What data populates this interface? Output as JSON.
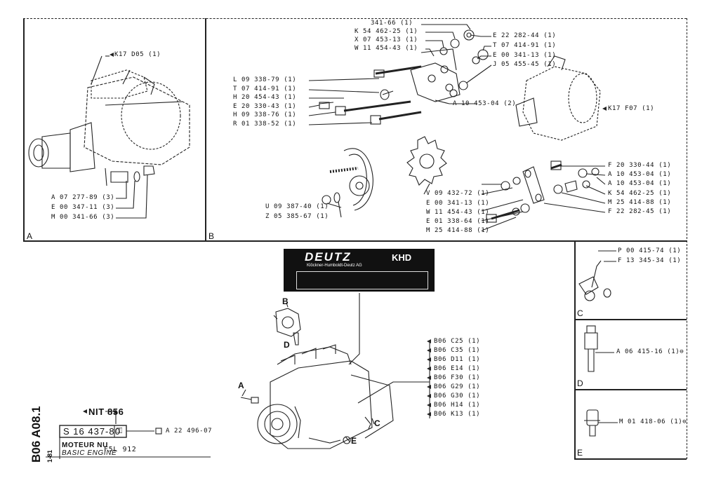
{
  "panels": {
    "A": "A",
    "B": "B",
    "C": "C",
    "D": "D",
    "E": "E"
  },
  "panel_a": {
    "labels": [
      "K17 D05 (1)",
      "A 07 277-89 (3)",
      "E 00 347-11 (3)",
      "M 00 341-66 (3)"
    ]
  },
  "panel_b": {
    "labels_top": [
      "341-66 (1)",
      "K 54 462-25 (1)",
      "X 07 453-13 (1)",
      "W 11 454-43 (1)"
    ],
    "labels_top_right": [
      "E 22 282-44 (1)",
      "T 07 414-91 (1)",
      "E 00 341-13 (1)",
      "J 05 455-45 (1)"
    ],
    "labels_left": [
      "L 09 338-79 (1)",
      "T 07 414-91 (1)",
      "H 20 454-43 (1)",
      "E 20 330-43 (1)",
      "H 09 338-76 (1)",
      "R 01 338-52 (1)"
    ],
    "label_bracket": "A 10 453-04 (2)",
    "label_alternator": "K17 F07 (1)",
    "labels_right": [
      "F 20 330-44 (1)",
      "A 10 453-04 (1)",
      "A 10 453-04 (1)",
      "K 54 462-25 (1)",
      "M 25 414-88 (1)",
      "F 22 282-45 (1)"
    ],
    "labels_center": [
      "V 09 432-72 (1)",
      "E 00 341-13 (1)",
      "W 11 454-43 (1)",
      "E 01 338-64 (1)",
      "M 25 414-88 (1)"
    ],
    "labels_belt": [
      "U 09 387-40 (1)",
      "Z 05 385-67 (1)"
    ]
  },
  "panel_c": {
    "labels": [
      "P 00 415-74 (1)",
      "F 13 345-34 (1)"
    ]
  },
  "panel_d": {
    "label": "A 06 415-16 (1)⊖"
  },
  "panel_e": {
    "label": "M 01 418-06 (1)⊖"
  },
  "plate": {
    "brand": "DEUTZ",
    "khd": "KHD",
    "company": "Klöckner-Humboldt-Deutz AG"
  },
  "engine_callouts": {
    "A": "A",
    "B": "B",
    "C": "C",
    "D": "D",
    "E": "E"
  },
  "references": [
    "B06  C25 (1)",
    "B06  C35 (1)",
    "B06  D11 (1)",
    "B06  E14 (1)",
    "B06  F30 (1)",
    "B06  G29 (1)",
    "B06  G30 (1)",
    "B06  H14 (1)",
    "B06  K13 (1)"
  ],
  "title_block": {
    "vertical_code": "B06 A08.1",
    "side_code": "1-81",
    "nit": "NIT 856",
    "part_number": "S 16 437-80",
    "alt_ref": "A 22 496-07",
    "title_fr": "MOTEUR NU",
    "title_en": "BASIC ENGINE",
    "model": "F5L 912"
  }
}
